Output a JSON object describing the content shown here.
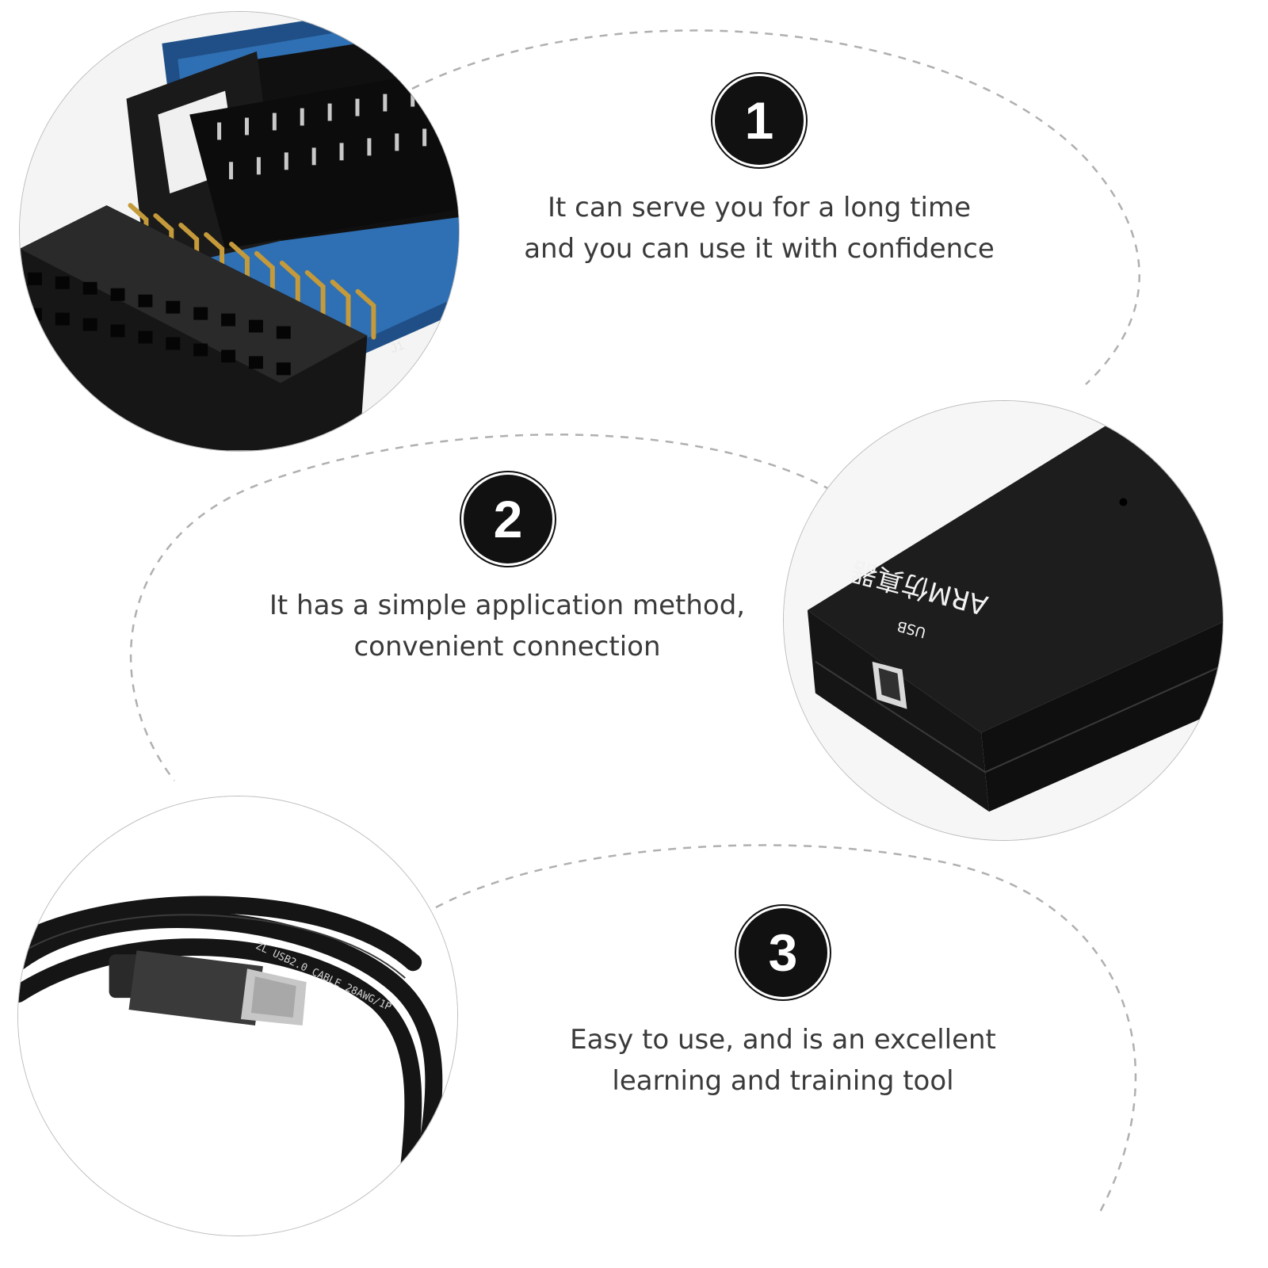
{
  "features": [
    {
      "number": "1",
      "lines": [
        "It can serve you for a long time",
        "and you can use it with confidence"
      ]
    },
    {
      "number": "2",
      "lines": [
        "It has a simple application method,",
        "convenient connection"
      ]
    },
    {
      "number": "3",
      "lines": [
        "Easy to use, and is an excellent",
        "learning and training tool"
      ]
    }
  ],
  "photos": {
    "board_label": "J1",
    "device_label": "ARM仿真器",
    "device_port_label": "USB",
    "cable_print": "ZL  USB2.0  CABLE  28AWG/1P"
  },
  "colors": {
    "badge": "#111111",
    "caption_text": "#3a3a3a",
    "dashed_line": "#b0b0b0",
    "pcb_blue": "#2f6fb3",
    "plastic_black": "#151515"
  }
}
